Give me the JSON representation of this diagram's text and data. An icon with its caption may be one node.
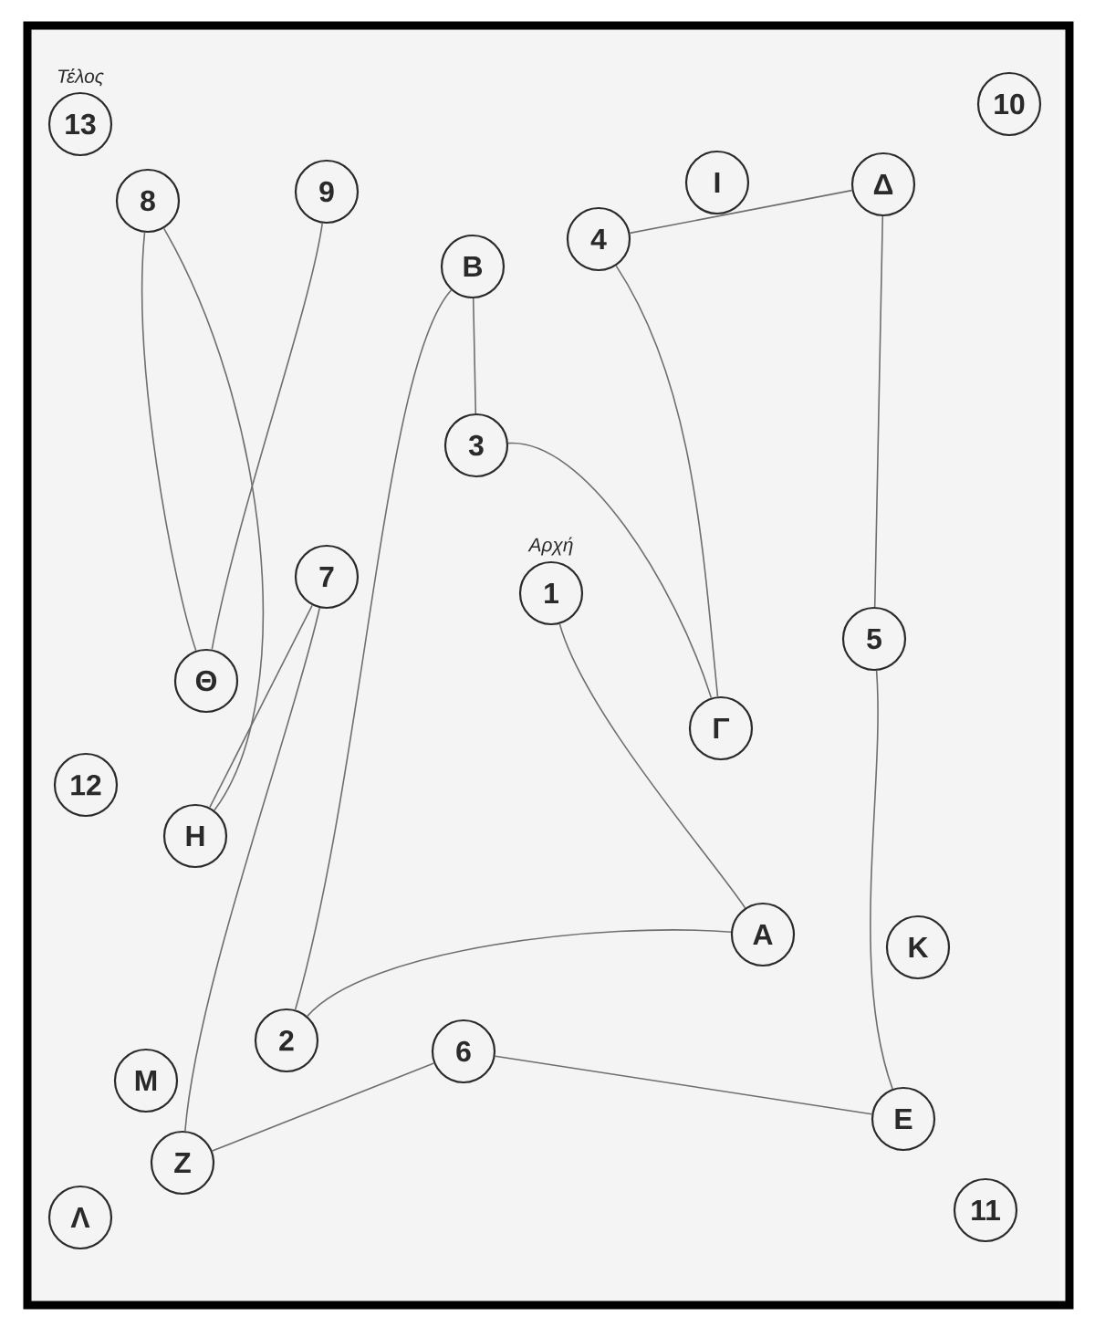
{
  "diagram": {
    "nodes": [
      {
        "text": [
          "10"
        ]
      },
      {
        "text": [
          "13"
        ],
        "beside": [
          "Τέλος"
        ]
      },
      {
        "text": [
          "Ι"
        ]
      },
      {
        "text": [
          "Δ"
        ]
      },
      {
        "text": [
          "9"
        ]
      },
      {
        "text": [
          "8"
        ]
      },
      {
        "text": [
          "4"
        ]
      },
      {
        "text": [
          "Β"
        ]
      },
      {
        "text": [
          "3"
        ]
      },
      {
        "text": [
          "7"
        ]
      },
      {
        "text": [
          "1"
        ],
        "beside": [
          "Αρχή"
        ]
      },
      {
        "text": [
          "5"
        ]
      },
      {
        "text": [
          "Θ"
        ]
      },
      {
        "text": [
          "Γ"
        ]
      },
      {
        "text": [
          "12"
        ]
      },
      {
        "text": [
          "Η"
        ]
      },
      {
        "text": [
          "Α"
        ]
      },
      {
        "text": [
          "Κ"
        ]
      },
      {
        "text": [
          "2"
        ]
      },
      {
        "text": [
          "6"
        ]
      },
      {
        "text": [
          "Μ"
        ]
      },
      {
        "text": [
          "Ε"
        ]
      },
      {
        "text": [
          "Ζ"
        ]
      },
      {
        "text": [
          "Λ"
        ]
      },
      {
        "text": [
          "11"
        ]
      }
    ],
    "edges": [
      {
        "from": 10,
        "to": 16,
        "arrow": "none"
      },
      {
        "from": 16,
        "to": 18,
        "arrow": "none"
      },
      {
        "from": 18,
        "to": 7,
        "arrow": "none"
      },
      {
        "from": 7,
        "to": 8,
        "arrow": "none"
      },
      {
        "from": 8,
        "to": 13,
        "arrow": "none"
      },
      {
        "from": 13,
        "to": 6,
        "arrow": "none"
      },
      {
        "from": 6,
        "to": 3,
        "arrow": "none"
      },
      {
        "from": 3,
        "to": 11,
        "arrow": "none"
      },
      {
        "from": 11,
        "to": 21,
        "arrow": "none"
      },
      {
        "from": 21,
        "to": 19,
        "arrow": "none"
      },
      {
        "from": 19,
        "to": 22,
        "arrow": "none"
      },
      {
        "from": 22,
        "to": 9,
        "arrow": "none"
      },
      {
        "from": 9,
        "to": 15,
        "arrow": "none"
      },
      {
        "from": 15,
        "to": 5,
        "arrow": "none"
      },
      {
        "from": 5,
        "to": 12,
        "arrow": "none"
      },
      {
        "from": 12,
        "to": 4,
        "arrow": "none"
      }
    ]
  }
}
